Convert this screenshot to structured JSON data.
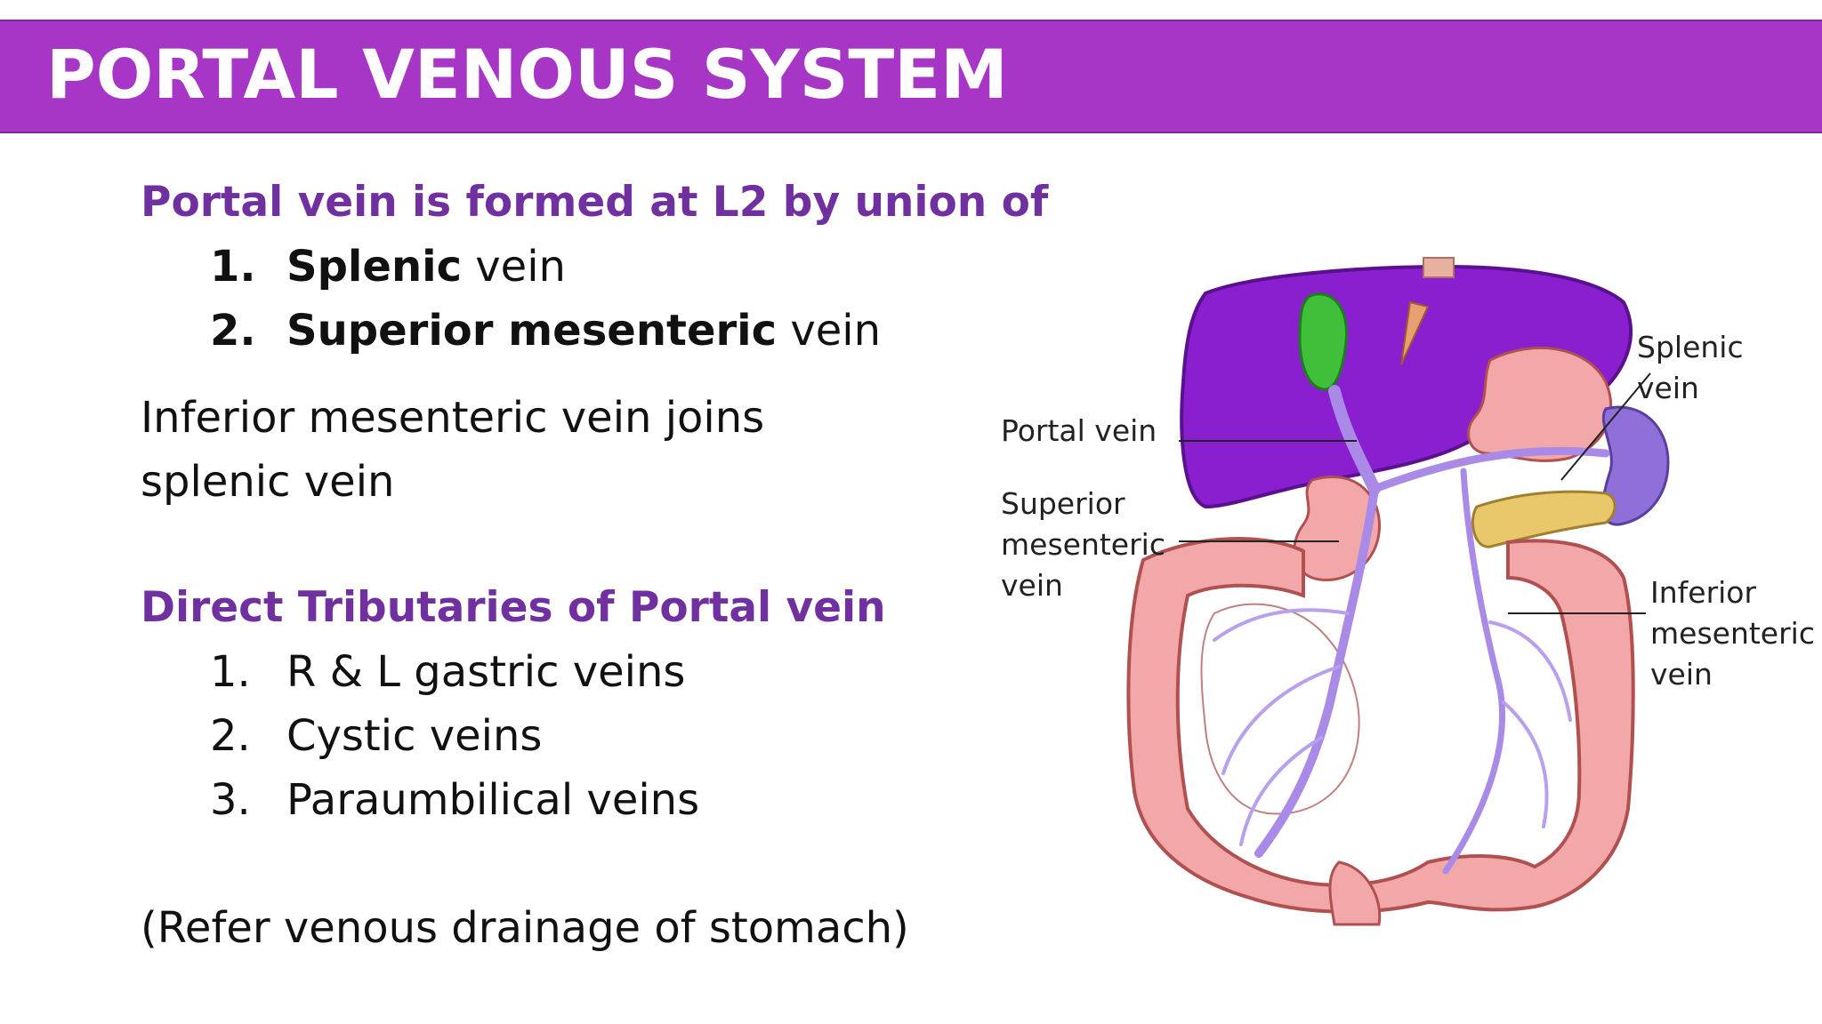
{
  "slide": {
    "title": "PORTAL VENOUS SYSTEM",
    "formation": {
      "heading": "Portal vein is formed at L2 by union of",
      "items": [
        {
          "number": "1.",
          "bold": "Splenic",
          "rest": " vein"
        },
        {
          "number": "2.",
          "bold": "Superior mesenteric",
          "rest": " vein"
        }
      ]
    },
    "note_line1": "Inferior mesenteric vein joins",
    "note_line2": "splenic vein",
    "tributaries": {
      "heading": "Direct Tributaries of Portal vein",
      "items": [
        {
          "number": "1.",
          "text": "R & L gastric veins"
        },
        {
          "number": "2.",
          "text": "Cystic veins"
        },
        {
          "number": "3.",
          "text": "Paraumbilical veins"
        }
      ]
    },
    "reference": "(Refer venous drainage of stomach)"
  },
  "diagram": {
    "labels": {
      "portal_vein": "Portal vein",
      "superior_mesenteric_1": "Superior",
      "superior_mesenteric_2": "mesenteric",
      "superior_mesenteric_3": "vein",
      "splenic_1": "Splenic",
      "splenic_2": "vein",
      "inferior_mesenteric_1": "Inferior",
      "inferior_mesenteric_2": "mesenteric",
      "inferior_mesenteric_3": "vein"
    },
    "colors": {
      "title_bar": "#a735c6",
      "heading_text": "#7030a0",
      "liver": "#8a1fd0",
      "gallbladder": "#3fbf3a",
      "veins": "#a98ae6",
      "intestine": "#f2a8a8",
      "spleen": "#8f6fd8",
      "pancreas": "#e8c86a"
    }
  }
}
